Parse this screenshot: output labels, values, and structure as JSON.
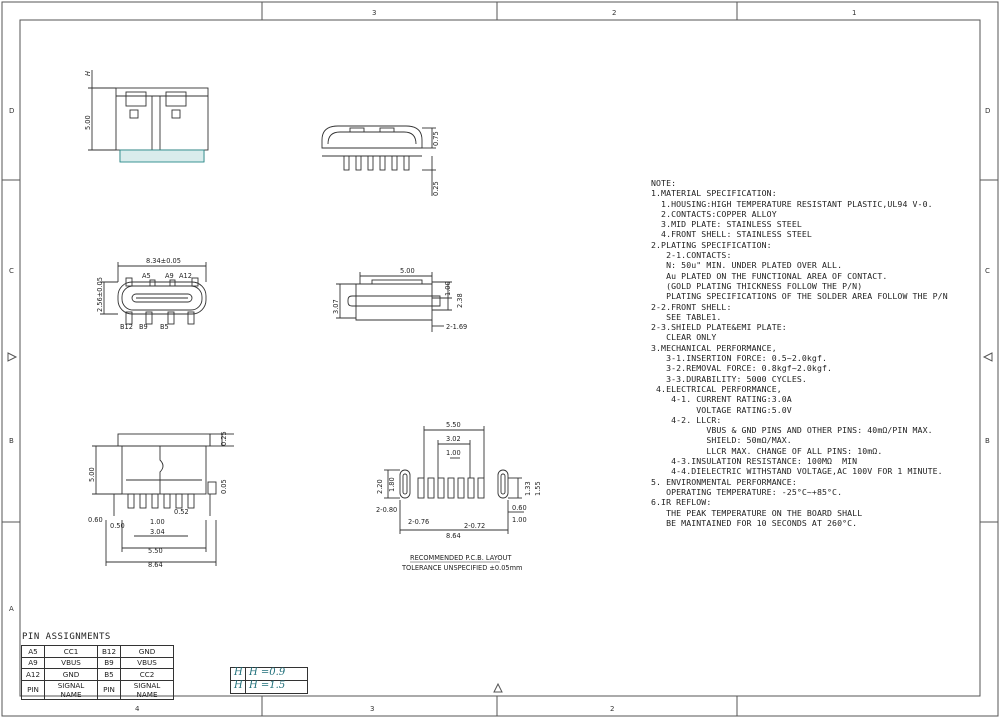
{
  "border": {
    "top_zones": [
      "3",
      "2",
      "1"
    ],
    "bottom_zones": [
      "4",
      "3",
      "2"
    ],
    "left_zones": [
      "D",
      "C",
      "B",
      "A"
    ],
    "right_zones": [
      "D",
      "C",
      "B"
    ]
  },
  "views": {
    "side_view_height": "5.00",
    "shell_dims": [
      "0.75",
      "0.25"
    ],
    "front_view": {
      "width": "8.34±0.05",
      "height": "2.56±0.05",
      "pins_top": [
        "A5",
        "A9",
        "A12"
      ],
      "pins_bottom": [
        "B12",
        "B9",
        "B5"
      ]
    },
    "profile_view": [
      "5.00",
      "3.07",
      "1.00",
      "2.38",
      "2-1.69"
    ],
    "bottom_view": [
      "5.00",
      "0.25",
      "0.05",
      "0.60",
      "0.50",
      "1.00",
      "3.04",
      "0.52",
      "5.50",
      "8.64"
    ],
    "pcb_layout": [
      "5.50",
      "3.02",
      "1.00",
      "2.20",
      "1.80",
      "1.33",
      "1.55",
      "2-0.80",
      "0.60",
      "1.00",
      "2-0.76",
      "2-0.72",
      "8.64"
    ],
    "pcb_caption": "RECOMMENDED  P.C.B. LAYOUT",
    "tolerance": "TOLERANCE UNSPECIFIED ±0.05mm"
  },
  "notes": [
    "NOTE:",
    "1.MATERIAL SPECIFICATION:",
    "  1.HOUSING:HIGH TEMPERATURE RESISTANT PLASTIC,UL94 V-0.",
    "  2.CONTACTS:COPPER ALLOY",
    "  3.MID PLATE: STAINLESS STEEL",
    "  4.FRONT SHELL: STAINLESS STEEL",
    "2.PLATING SPECIFICATION:",
    "   2-1.CONTACTS:",
    "   N: 50u\" MIN. UNDER PLATED OVER ALL.",
    "   Au PLATED ON THE FUNCTIONAL AREA OF CONTACT.",
    "   (GOLD PLATING THICKNESS FOLLOW THE P/N)",
    "   PLATING SPECIFICATIONS OF THE SOLDER AREA FOLLOW THE P/N",
    "2-2.FRONT SHELL:",
    "   SEE TABLE1.",
    "2-3.SHIELD PLATE&EMI PLATE:",
    "   CLEAR ONLY",
    "3.MECHANICAL PERFORMANCE,",
    "   3-1.INSERTION FORCE: 0.5~2.0kgf.",
    "   3-2.REMOVAL FORCE: 0.8kgf~2.0kgf.",
    "   3-3.DURABILITY: 5000 CYCLES.",
    " 4.ELECTRICAL PERFORMANCE,",
    "    4-1. CURRENT RATING:3.0A",
    "         VOLTAGE RATING:5.0V",
    "    4-2. LLCR:",
    "           VBUS & GND PINS AND OTHER PINS: 40mΩ/PIN MAX.",
    "           SHIELD: 50mΩ/MAX.",
    "           LLCR MAX. CHANGE OF ALL PINS: 10mΩ.",
    "    4-3.INSULATION RESISTANCE: 100MΩ  MIN",
    "    4-4.DIELECTRIC WITHSTAND VOLTAGE,AC 100V FOR 1 MINUTE.",
    "5. ENVIRONMENTAL PERFORMANCE:",
    "   OPERATING TEMPERATURE: -25°C~+85°C.",
    "6.IR REFLOW:",
    "   THE PEAK TEMPERATURE ON THE BOARD SHALL",
    "   BE MAINTAINED FOR 10 SECONDS AT 260°C."
  ],
  "pin_table": {
    "title": "PIN  ASSIGNMENTS",
    "rows": [
      [
        "A5",
        "CC1",
        "B12",
        "GND"
      ],
      [
        "A9",
        "VBUS",
        "B9",
        "VBUS"
      ],
      [
        "A12",
        "GND",
        "B5",
        "CC2"
      ]
    ],
    "header": [
      "PIN",
      "SIGNAL NAME",
      "PIN",
      "SIGNAL NAME"
    ]
  },
  "height_options": [
    {
      "symbol": "H",
      "value": "H =0.9"
    },
    {
      "symbol": "H",
      "value": "H =1.5"
    }
  ]
}
